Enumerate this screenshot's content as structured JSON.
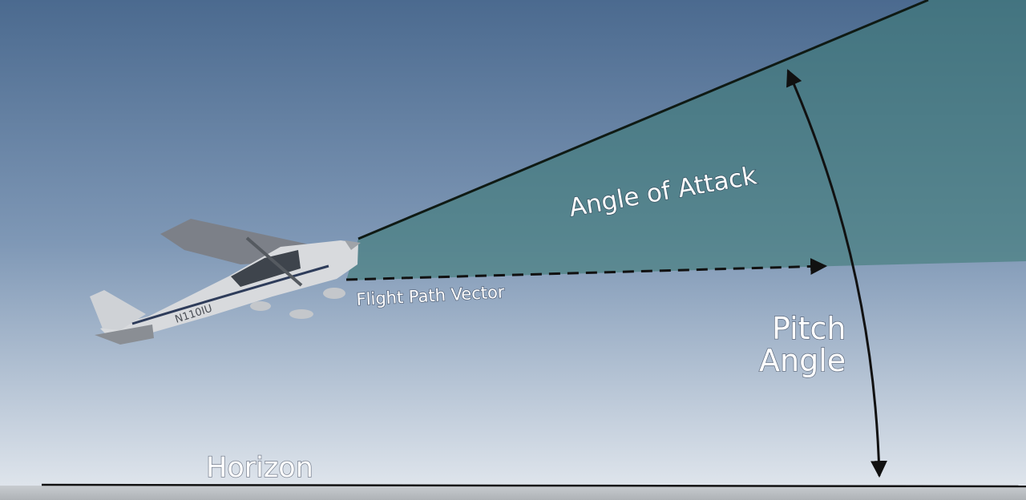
{
  "labels": {
    "angle_of_attack": "Angle of Attack",
    "flight_path_vector": "Flight Path Vector",
    "pitch_line1": "Pitch",
    "pitch_line2": "Angle",
    "horizon": "Horizon"
  },
  "aircraft": {
    "registration": "N110IU"
  },
  "colors": {
    "sky_top": "#4b6a8f",
    "sky_mid": "#8199b5",
    "sky_bottom": "#dde3ea",
    "wedge": "#3f7a78",
    "ground": "#b9bdc1",
    "lines": "#111111"
  }
}
